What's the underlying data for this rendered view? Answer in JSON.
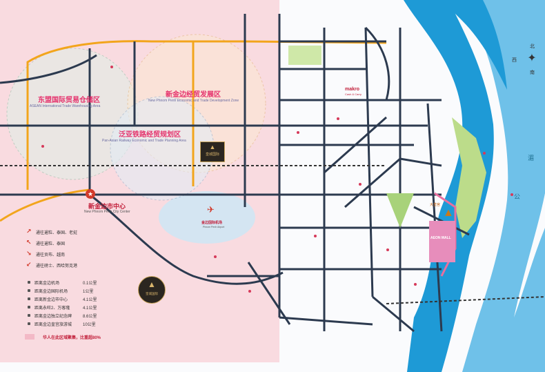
{
  "zones": {
    "asean": {
      "cn": "东盟国际贸易仓储区",
      "en": "ASEAN International Trade Warehousing Area"
    },
    "newphnom": {
      "cn": "新金边经贸发展区",
      "en": "New Phnom Penh Economic and Trade Development Zone"
    },
    "panasian": {
      "cn": "泛亚铁路经贸规划区",
      "en": "Pan-Asian Railway Economic and Trade Planning Area"
    }
  },
  "city_center": {
    "cn": "新金边市中心",
    "en": "New Phnom Penh City Center"
  },
  "airport": {
    "cn": "金边国际机场",
    "en": "Phnom Penh Airport"
  },
  "poi": {
    "makro": "makro",
    "makro_sub": "Cash & Carry",
    "aeon": "AEON MALL",
    "palace": "大皇宫",
    "project_top": "皇城国际",
    "project_bottom": "皇城国际"
  },
  "compass": {
    "north": "北",
    "west": "西",
    "south": "南"
  },
  "river": {
    "part1": "湄",
    "part2": "公"
  },
  "directions": [
    {
      "text": "通往暹粒、泰国、老挝"
    },
    {
      "text": "通往暹粒、泰国"
    },
    {
      "text": "通往贡布、越南"
    },
    {
      "text": "通往磅士、西哈努克港"
    }
  ],
  "distances": [
    {
      "text": "距离金边机场",
      "value": "0.1公里"
    },
    {
      "text": "距离金边国际机场",
      "value": "1公里"
    },
    {
      "text": "距离新金边市中心",
      "value": "4.1公里"
    },
    {
      "text": "距离永旺2、万客隆",
      "value": "4.1公里"
    },
    {
      "text": "距离金边独立纪念碑",
      "value": "8.6公里"
    },
    {
      "text": "距离金边皇宫旅游城",
      "value": "10公里"
    }
  ],
  "note": "华人在此区域聚集，比重超80%",
  "colors": {
    "pink_zone": "#f9d9df",
    "road": "#2c3a4f",
    "highway": "#f2a51c",
    "river": "#1e9ad6",
    "accent": "#e5336d"
  }
}
